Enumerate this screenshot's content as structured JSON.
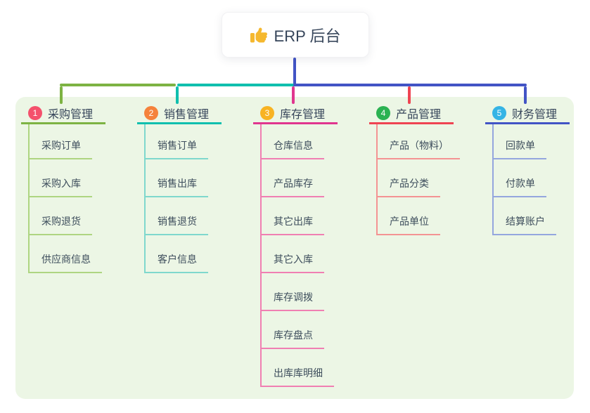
{
  "root": {
    "title": "ERP 后台",
    "icon": "thumbs-up-icon"
  },
  "colors": {
    "panel_bg": "#ecf6e5",
    "stem": "#4254c5",
    "thumb": "#f5b82e"
  },
  "branches": [
    {
      "num": "1",
      "label": "采购管理",
      "badge_color": "#f4516c",
      "line": "#7db343",
      "line_light": "#aed581",
      "children": [
        "采购订单",
        "采购入库",
        "采购退货",
        "供应商信息"
      ]
    },
    {
      "num": "2",
      "label": "销售管理",
      "badge_color": "#f5823c",
      "line": "#10bfae",
      "line_light": "#7fd8cd",
      "children": [
        "销售订单",
        "销售出库",
        "销售退货",
        "客户信息"
      ]
    },
    {
      "num": "3",
      "label": "库存管理",
      "badge_color": "#f8b322",
      "line": "#e0368f",
      "line_light": "#f07fb2",
      "children": [
        "仓库信息",
        "产品库存",
        "其它出库",
        "其它入库",
        "库存调拨",
        "库存盘点",
        "出库库明细"
      ]
    },
    {
      "num": "4",
      "label": "产品管理",
      "badge_color": "#2bb252",
      "line": "#ef4452",
      "line_light": "#f49393",
      "children": [
        "产品（物料）",
        "产品分类",
        "产品单位"
      ]
    },
    {
      "num": "5",
      "label": "财务管理",
      "badge_color": "#35b4e5",
      "line": "#4254c5",
      "line_light": "#94a6de",
      "children": [
        "回款单",
        "付款单",
        "结算账户"
      ]
    }
  ]
}
